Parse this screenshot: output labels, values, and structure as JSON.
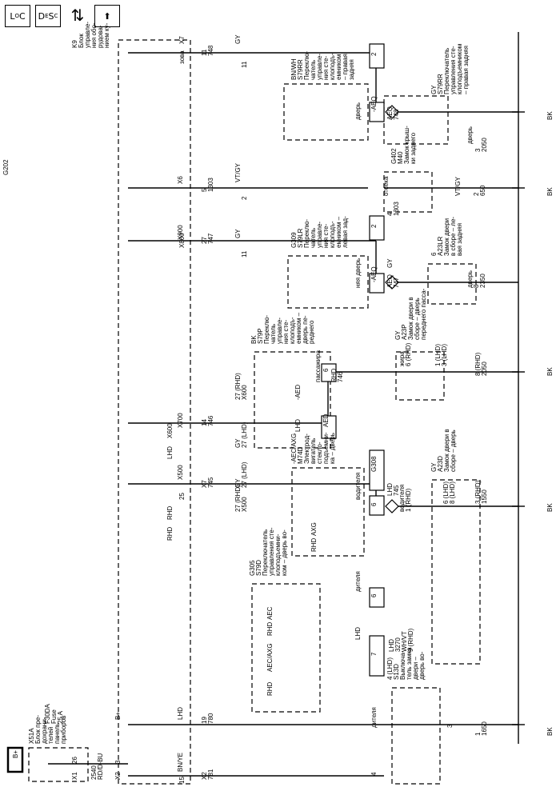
{
  "toolbar": {
    "loc_label": "LOC",
    "desc_label": "DESC"
  },
  "texts": [
    {
      "s": "B+"
    },
    {
      "s": "X51A"
    },
    {
      "s": "Блок пре-"
    },
    {
      "s": "дохрани-"
    },
    {
      "s": "телей"
    },
    {
      "s": "панель"
    },
    {
      "s": "приборов"
    },
    {
      "s": "F30DA"
    },
    {
      "s": "Fuse"
    },
    {
      "s": "25 A"
    },
    {
      "s": "X1"
    },
    {
      "s": "26"
    },
    {
      "s": "2540"
    },
    {
      "s": "RD/D-BU"
    },
    {
      "s": "X2"
    },
    {
      "s": "3"
    },
    {
      "s": "B+"
    },
    {
      "s": "K9"
    },
    {
      "s": "Блок"
    },
    {
      "s": "управле-"
    },
    {
      "s": "ния обо-"
    },
    {
      "s": "рудова-"
    },
    {
      "s": "нием ку-"
    },
    {
      "s": "зова"
    },
    {
      "s": "X7"
    },
    {
      "s": "11"
    },
    {
      "s": "748"
    },
    {
      "s": "GY"
    },
    {
      "s": "11"
    },
    {
      "s": "X800"
    },
    {
      "s": "X6"
    },
    {
      "s": "5"
    },
    {
      "s": "1303"
    },
    {
      "s": "VT/GY"
    },
    {
      "s": "2"
    },
    {
      "s": "X900"
    },
    {
      "s": "27"
    },
    {
      "s": "747"
    },
    {
      "s": "GY"
    },
    {
      "s": "11"
    },
    {
      "s": "X700"
    },
    {
      "s": "14"
    },
    {
      "s": "746"
    },
    {
      "s": "GY"
    },
    {
      "s": "27 (LHD)"
    },
    {
      "s": "27 (RHD)"
    },
    {
      "s": "X600"
    },
    {
      "s": "X500"
    },
    {
      "s": "25"
    },
    {
      "s": "X7"
    },
    {
      "s": "745"
    },
    {
      "s": "GY"
    },
    {
      "s": "27 (LHD)"
    },
    {
      "s": "27 (RHD)"
    },
    {
      "s": "X500"
    },
    {
      "s": "X600"
    },
    {
      "s": "LHD"
    },
    {
      "s": "RHD"
    },
    {
      "s": "RHD"
    },
    {
      "s": "LHD"
    },
    {
      "s": "19"
    },
    {
      "s": "780"
    },
    {
      "s": "BN/YE"
    },
    {
      "s": "15"
    },
    {
      "s": "X2"
    },
    {
      "s": "781"
    },
    {
      "s": "BN/WH"
    },
    {
      "s": "S79RR"
    },
    {
      "s": "Переклю-"
    },
    {
      "s": "чатель"
    },
    {
      "s": "управле-"
    },
    {
      "s": "ния сте-"
    },
    {
      "s": "клоподъ-"
    },
    {
      "s": "емником"
    },
    {
      "s": "– правая"
    },
    {
      "s": "задняя"
    },
    {
      "s": "дверь"
    },
    {
      "s": "2"
    },
    {
      "s": "-AEQ"
    },
    {
      "s": "AEQ"
    },
    {
      "s": "748"
    },
    {
      "s": "GY"
    },
    {
      "s": "S79RR"
    },
    {
      "s": "Переключатель"
    },
    {
      "s": "управления сте-"
    },
    {
      "s": "клоподъемником"
    },
    {
      "s": "– правая задняя"
    },
    {
      "s": "дверь"
    },
    {
      "s": "3"
    },
    {
      "s": "2050"
    },
    {
      "s": "BK"
    },
    {
      "s": "G402"
    },
    {
      "s": "M40"
    },
    {
      "s": "Замок крыш-"
    },
    {
      "s": "ки заднего"
    },
    {
      "s": "отсека"
    },
    {
      "s": "4"
    },
    {
      "s": "1303"
    },
    {
      "s": "VT/GY"
    },
    {
      "s": "2"
    },
    {
      "s": "650"
    },
    {
      "s": "BK"
    },
    {
      "s": "G309"
    },
    {
      "s": "S79LR"
    },
    {
      "s": "Переклю-"
    },
    {
      "s": "чатель"
    },
    {
      "s": "управле-"
    },
    {
      "s": "ния сте-"
    },
    {
      "s": "клоподъ-"
    },
    {
      "s": "емником –"
    },
    {
      "s": "левая зад-"
    },
    {
      "s": "няя дверь"
    },
    {
      "s": "2"
    },
    {
      "s": "-AEQ"
    },
    {
      "s": "AEQ"
    },
    {
      "s": "747"
    },
    {
      "s": "GY"
    },
    {
      "s": "6"
    },
    {
      "s": "A23LR"
    },
    {
      "s": "Замок двери"
    },
    {
      "s": "в сборе – ле-"
    },
    {
      "s": "вая задняя"
    },
    {
      "s": "дверь"
    },
    {
      "s": "8"
    },
    {
      "s": "2350"
    },
    {
      "s": "BK"
    },
    {
      "s": "S79P"
    },
    {
      "s": "Переклю-"
    },
    {
      "s": "чатель"
    },
    {
      "s": "управле-"
    },
    {
      "s": "ния сте-"
    },
    {
      "s": "клоподъ-"
    },
    {
      "s": "емником –"
    },
    {
      "s": "дверь пе-"
    },
    {
      "s": "реднего"
    },
    {
      "s": "пассажира"
    },
    {
      "s": "6"
    },
    {
      "s": "AED"
    },
    {
      "s": "-AED"
    },
    {
      "s": "LHD"
    },
    {
      "s": "RHD"
    },
    {
      "s": "746"
    },
    {
      "s": "GY"
    },
    {
      "s": "A23P"
    },
    {
      "s": "Замок двери в"
    },
    {
      "s": "сборе – дверь"
    },
    {
      "s": "переднего пасса-"
    },
    {
      "s": "жира"
    },
    {
      "s": "6 (RHD)"
    },
    {
      "s": "1 (LHD)"
    },
    {
      "s": "3 (LHD)"
    },
    {
      "s": "8 (RHD)"
    },
    {
      "s": "2050"
    },
    {
      "s": "BK"
    },
    {
      "s": "G308"
    },
    {
      "s": "-AEC/AXG"
    },
    {
      "s": "M74D"
    },
    {
      "s": "Электрод-"
    },
    {
      "s": "вигатель"
    },
    {
      "s": "стекло-"
    },
    {
      "s": "подъемни-"
    },
    {
      "s": "ка – дверь"
    },
    {
      "s": "водителя"
    },
    {
      "s": "6"
    },
    {
      "s": "AXG"
    },
    {
      "s": "RHD"
    },
    {
      "s": "LHD"
    },
    {
      "s": "745"
    },
    {
      "s": "GY"
    },
    {
      "s": "A23D"
    },
    {
      "s": "Замок двери в"
    },
    {
      "s": "сборе – дверь"
    },
    {
      "s": "водителя"
    },
    {
      "s": "1 (RHD)"
    },
    {
      "s": "6 (LHD)"
    },
    {
      "s": "8 (LHD)"
    },
    {
      "s": "3 (RHD)"
    },
    {
      "s": "1550"
    },
    {
      "s": "BK"
    },
    {
      "s": "G305"
    },
    {
      "s": "S79D"
    },
    {
      "s": "Переключатель"
    },
    {
      "s": "управления сте-"
    },
    {
      "s": "клоподъемни-"
    },
    {
      "s": "ком – дверь во-"
    },
    {
      "s": "дителя"
    },
    {
      "s": "6"
    },
    {
      "s": "AEC"
    },
    {
      "s": "RHD"
    },
    {
      "s": "LHD"
    },
    {
      "s": "7"
    },
    {
      "s": "AEC/AXG"
    },
    {
      "s": "RHD"
    },
    {
      "s": "LHD"
    },
    {
      "s": "3270"
    },
    {
      "s": "WH/VT"
    },
    {
      "s": "9 (RHD)"
    },
    {
      "s": "4 (LHD)"
    },
    {
      "s": "S13D"
    },
    {
      "s": "Выключа-"
    },
    {
      "s": "тель замка"
    },
    {
      "s": "двери –"
    },
    {
      "s": "дверь во-"
    },
    {
      "s": "дителя"
    },
    {
      "s": "4"
    },
    {
      "s": "3"
    },
    {
      "s": "1"
    },
    {
      "s": "1650"
    },
    {
      "s": "BK"
    },
    {
      "s": "G202"
    }
  ]
}
